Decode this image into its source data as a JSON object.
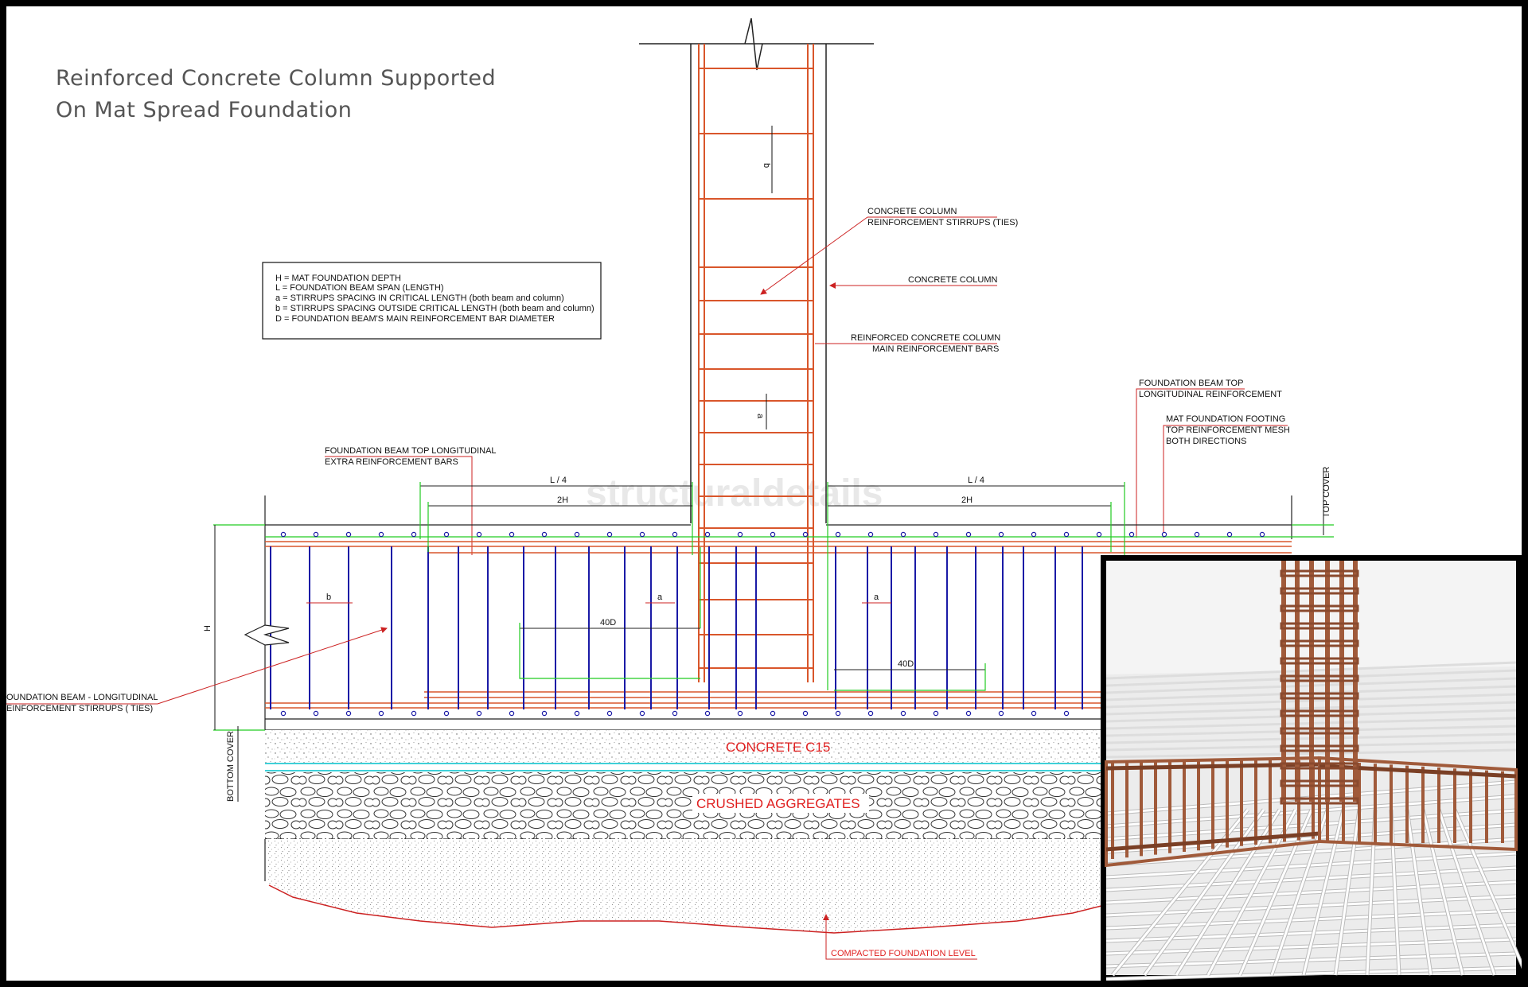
{
  "title": {
    "line1": "Reinforced Concrete Column Supported",
    "line2": "On Mat Spread Foundation"
  },
  "legend": [
    "H = MAT FOUNDATION DEPTH",
    "L = FOUNDATION BEAM SPAN (LENGTH)",
    "a = STIRRUPS SPACING IN CRITICAL LENGTH (both beam and column)",
    "b = STIRRUPS SPACING OUTSIDE CRITICAL LENGTH (both beam and column)",
    "D = FOUNDATION BEAM'S MAIN REINFORCEMENT BAR DIAMETER"
  ],
  "labels": {
    "column_stirrups_1": "CONCRETE COLUMN",
    "column_stirrups_2": "REINFORCEMENT STIRRUPS (TIES)",
    "concrete_column": "CONCRETE COLUMN",
    "column_main_1": "REINFORCED CONCRETE COLUMN",
    "column_main_2": "MAIN REINFORCEMENT BARS",
    "beam_top_long_1": "FOUNDATION BEAM TOP",
    "beam_top_long_2": "LONGITUDINAL REINFORCEMENT",
    "mat_mesh_1": "MAT FOUNDATION FOOTING",
    "mat_mesh_2": "TOP REINFORCEMENT MESH",
    "mat_mesh_3": "BOTH DIRECTIONS",
    "extra_bars_1": "FOUNDATION BEAM TOP LONGITUDINAL",
    "extra_bars_2": "EXTRA REINFORCEMENT BARS",
    "beam_stirrups_1": "OUNDATION BEAM - LONGITUDINAL",
    "beam_stirrups_2": "EINFORCEMENT STIRRUPS ( TIES)",
    "top_cover": "TOP COVER",
    "bottom_cover": "BOTTOM COVER",
    "concrete_c15": "CONCRETE C15",
    "crushed_aggregates": "CRUSHED AGGREGATES",
    "compacted_level": "COMPACTED FOUNDATION LEVEL",
    "watermark": "structuraldetails"
  },
  "dimensions": {
    "l4_left": "L / 4",
    "l4_right": "L / 4",
    "h2_left": "2H",
    "h2_right": "2H",
    "d40_left": "40D",
    "d40_right": "40D",
    "b_beam": "b",
    "a_beam_left": "a",
    "a_beam_right": "a",
    "b_column": "b",
    "a_column": "a",
    "h": "H"
  },
  "colors": {
    "rebar_red": "#d9562b",
    "stirrup_blue": "#1a1aa6",
    "dim_green": "#22cc22",
    "leader_red": "#cc2222",
    "cyan_layer": "#3fd0d8",
    "rebar_3d": "#a05a3a"
  },
  "inset": {
    "description_icon": "rebar-3d-render-image"
  }
}
